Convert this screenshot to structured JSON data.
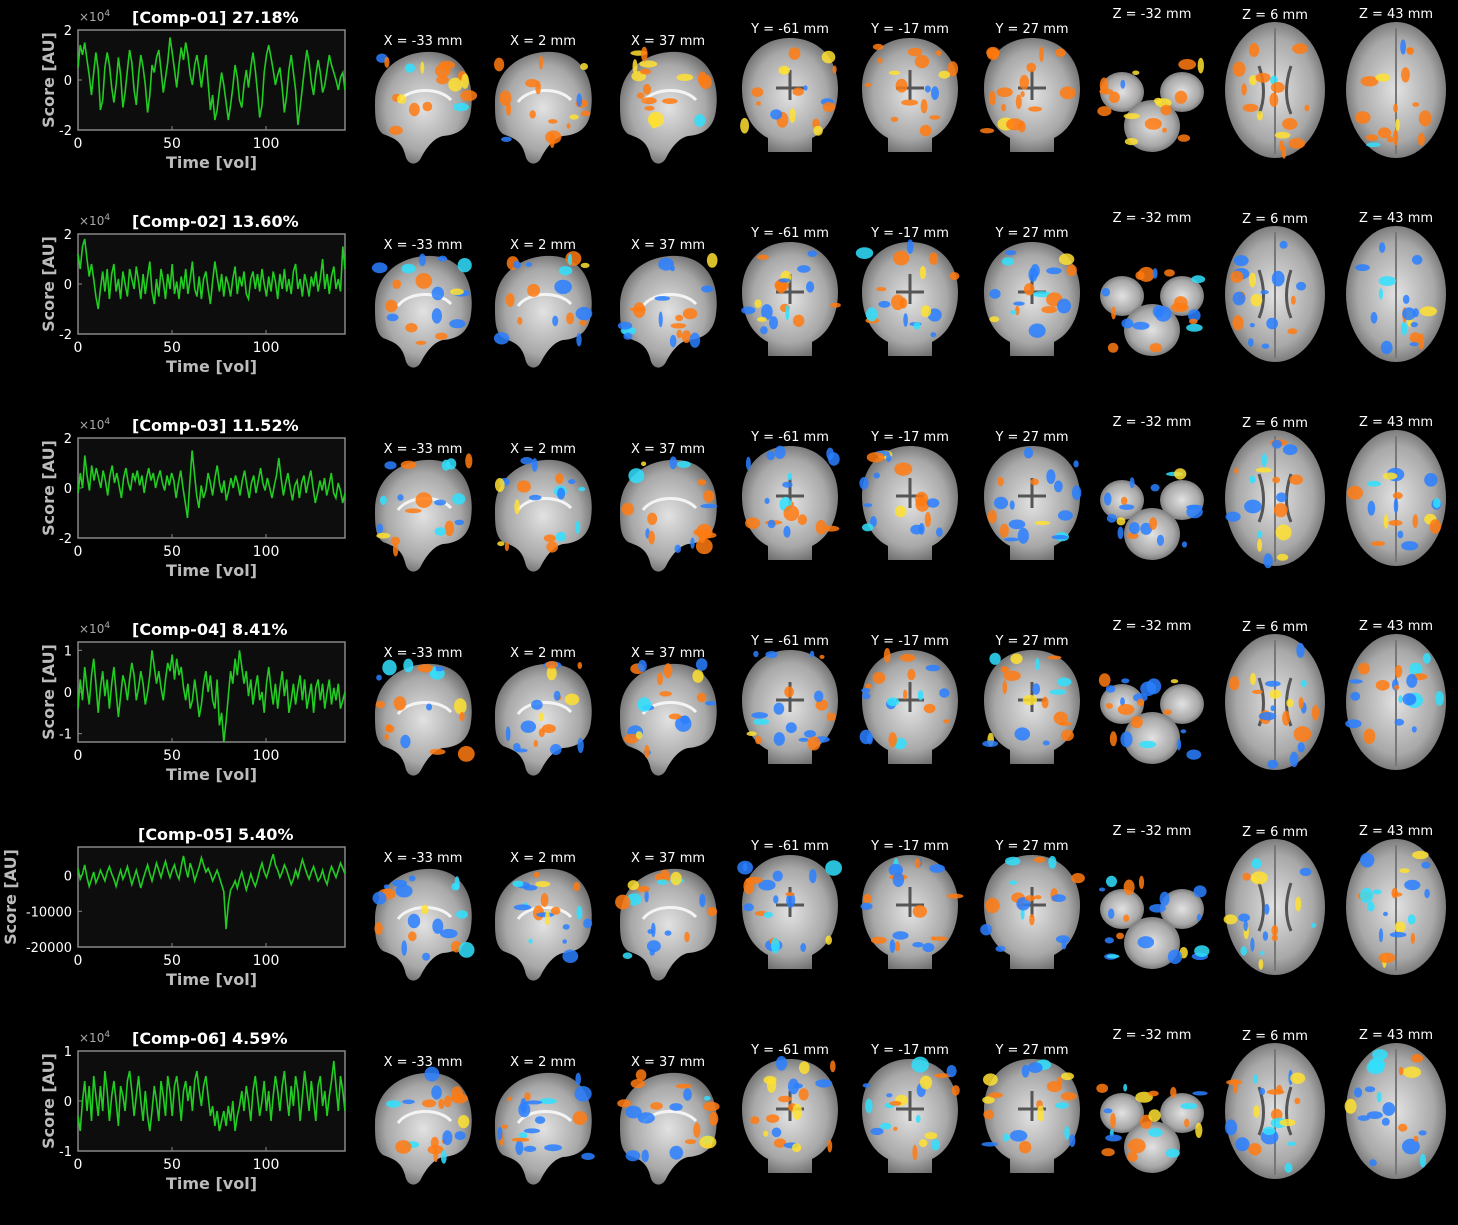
{
  "colors": {
    "background": "#000000",
    "trace": "#22cc22",
    "axes": "#888888",
    "plot_bg": "#0d0d0d",
    "positive": "#ff7a10",
    "positive_hi": "#ffe030",
    "negative": "#2a7fff",
    "negative_hi": "#30e0ff",
    "brain": "#b8b8b8"
  },
  "x_label": "Time [vol]",
  "y_label": "Score [AU]",
  "slice_labels": [
    "X = -33 mm",
    "X = 2 mm",
    "X = 37 mm",
    "Y = -61 mm",
    "Y = -17 mm",
    "Y = 27 mm",
    "Z = -32 mm",
    "Z = 6 mm",
    "Z = 43 mm"
  ],
  "components": [
    {
      "title": "[Comp-01] 27.18%",
      "exponent": "×10",
      "exponent_power": "4",
      "yticks": [
        "2",
        "0",
        "-2"
      ]
    },
    {
      "title": "[Comp-02] 13.60%",
      "exponent": "×10",
      "exponent_power": "4",
      "yticks": [
        "2",
        "0",
        "-2"
      ]
    },
    {
      "title": "[Comp-03] 11.52%",
      "exponent": "×10",
      "exponent_power": "4",
      "yticks": [
        "2",
        "0",
        "-2"
      ]
    },
    {
      "title": "[Comp-04] 8.41%",
      "exponent": "×10",
      "exponent_power": "4",
      "yticks": [
        "1",
        "0",
        "-1"
      ]
    },
    {
      "title": "[Comp-05] 5.40%",
      "exponent": "",
      "exponent_power": "",
      "yticks": [
        "0",
        "-10000",
        "-20000"
      ]
    },
    {
      "title": "[Comp-06] 4.59%",
      "exponent": "×10",
      "exponent_power": "4",
      "yticks": [
        "1",
        "0",
        "-1"
      ]
    }
  ],
  "chart_data": [
    {
      "type": "line",
      "title": "[Comp-01] 27.18%",
      "xlabel": "Time [vol]",
      "ylabel": "Score [AU]",
      "xlim": [
        0,
        142
      ],
      "ylim": [
        -2,
        2
      ],
      "y_multiplier": "×10^4",
      "xticks": [
        0,
        50,
        100
      ],
      "yticks": [
        -2,
        0,
        2
      ],
      "series": [
        {
          "values": [
            0.5,
            1.4,
            1.0,
            1.5,
            0.8,
            0.2,
            -0.6,
            0.3,
            1.1,
            0.4,
            -1.2,
            -0.8,
            0.5,
            1.1,
            0.6,
            -0.3,
            -0.9,
            -0.2,
            0.9,
            0.2,
            -1.1,
            -0.5,
            0.4,
            1.2,
            0.7,
            -0.4,
            -1.0,
            0.2,
            1.0,
            0.5,
            -0.2,
            -1.3,
            -0.6,
            0.6,
            0.3,
            0.9,
            1.2,
            0.4,
            -0.5,
            0.1,
            0.7,
            1.7,
            1.1,
            0.4,
            -0.3,
            0.6,
            1.3,
            0.8,
            1.5,
            1.0,
            0.2,
            -0.2,
            0.6,
            1.0,
            0.4,
            -0.3,
            0.4,
            1.0,
            -0.1,
            -1.2,
            -0.6,
            -1.6,
            -1.2,
            -0.4,
            0.3,
            -0.2,
            -0.9,
            -1.6,
            -1.0,
            -0.3,
            0.6,
            0.1,
            -0.8,
            -1.1,
            -0.2,
            0.4,
            -0.3,
            0.5,
            1.1,
            0.4,
            -0.5,
            -1.5,
            -1.0,
            0.3,
            1.0,
            1.4,
            0.9,
            0.4,
            -0.2,
            0.2,
            0.5,
            -0.3,
            -1.3,
            -0.6,
            0.4,
            1.0,
            0.3,
            -0.4,
            -1.8,
            -1.1,
            -0.3,
            0.5,
            1.2,
            0.7,
            -0.1,
            -0.6,
            0.2,
            0.8,
            0.3,
            -0.5,
            -0.2,
            0.4,
            1.0,
            0.6,
            0.3,
            0.0,
            -0.4,
            0.1,
            0.3,
            -0.4
          ]
        }
      ]
    },
    {
      "type": "line",
      "title": "[Comp-02] 13.60%",
      "xlabel": "Time [vol]",
      "ylabel": "Score [AU]",
      "xlim": [
        0,
        142
      ],
      "ylim": [
        -2,
        2
      ],
      "y_multiplier": "×10^4",
      "xticks": [
        0,
        50,
        100
      ],
      "yticks": [
        -2,
        0,
        2
      ],
      "series": [
        {
          "values": [
            1.2,
            0.6,
            1.5,
            1.8,
            1.0,
            0.3,
            0.8,
            0.2,
            -0.5,
            -1.0,
            -0.2,
            0.5,
            -0.3,
            0.6,
            -0.6,
            0.4,
            0.8,
            -0.3,
            0.2,
            -0.6,
            0.5,
            0.0,
            -0.5,
            0.6,
            0.2,
            -0.2,
            0.7,
            0.1,
            -0.6,
            0.4,
            -0.4,
            0.3,
            0.9,
            -0.3,
            -0.8,
            0.2,
            -0.5,
            0.6,
            0.1,
            -0.6,
            0.4,
            -0.2,
            0.8,
            -0.4,
            0.1,
            -0.6,
            0.3,
            -0.2,
            0.6,
            -0.4,
            0.2,
            0.9,
            -0.2,
            -0.5,
            0.3,
            -0.6,
            0.2,
            0.5,
            -0.2,
            -0.8,
            0.1,
            0.9,
            0.3,
            -0.3,
            0.4,
            -0.5,
            0.3,
            0.0,
            -0.5,
            0.2,
            0.7,
            -0.4,
            0.3,
            -0.1,
            0.5,
            -0.4,
            -0.6,
            0.2,
            0.5,
            -0.2,
            0.4,
            -0.3,
            0.6,
            0.0,
            -0.5,
            0.3,
            -0.3,
            0.5,
            0.1,
            -0.6,
            0.4,
            -0.2,
            0.6,
            -0.3,
            0.2,
            -0.4,
            0.5,
            0.8,
            -0.2,
            0.2,
            -0.5,
            0.4,
            0.0,
            -0.5,
            0.3,
            -0.1,
            0.5,
            -0.3,
            0.2,
            1.0,
            -0.2,
            0.4,
            -0.4,
            0.3,
            0.7,
            -0.2,
            0.2,
            -0.3,
            1.5,
            0.6
          ]
        }
      ]
    },
    {
      "type": "line",
      "title": "[Comp-03] 11.52%",
      "xlabel": "Time [vol]",
      "ylabel": "Score [AU]",
      "xlim": [
        0,
        142
      ],
      "ylim": [
        -2,
        2
      ],
      "y_multiplier": "×10^4",
      "xticks": [
        0,
        50,
        100
      ],
      "yticks": [
        -2,
        0,
        2
      ],
      "series": [
        {
          "values": [
            -0.2,
            0.6,
            0.0,
            1.3,
            0.5,
            -0.1,
            0.9,
            0.3,
            0.8,
            0.4,
            0.0,
            0.7,
            0.3,
            -0.3,
            0.5,
            0.9,
            0.2,
            0.6,
            0.1,
            -0.4,
            0.4,
            0.8,
            0.2,
            -0.1,
            0.6,
            0.3,
            0.7,
            0.1,
            0.5,
            -0.2,
            0.4,
            0.8,
            0.3,
            0.6,
            0.0,
            0.4,
            0.7,
            0.2,
            -0.1,
            0.5,
            0.1,
            0.6,
            0.3,
            -0.4,
            0.2,
            0.7,
            0.0,
            -0.6,
            -1.2,
            0.2,
            1.5,
            0.6,
            -0.3,
            -0.8,
            0.1,
            -0.4,
            -0.1,
            0.6,
            0.2,
            -0.3,
            0.4,
            0.9,
            0.2,
            -0.2,
            0.3,
            -0.5,
            -0.1,
            0.4,
            0.0,
            0.5,
            0.2,
            -0.3,
            0.3,
            0.7,
            0.1,
            -0.4,
            0.2,
            0.5,
            -0.2,
            0.3,
            0.8,
            0.2,
            -0.1,
            0.4,
            0.0,
            -0.4,
            0.1,
            0.5,
            1.2,
            0.4,
            -0.3,
            0.2,
            0.6,
            0.0,
            -0.5,
            0.1,
            0.3,
            -0.4,
            0.2,
            0.5,
            -0.2,
            0.3,
            0.7,
            0.0,
            -0.6,
            -0.2,
            0.3,
            -0.1,
            0.4,
            -0.3,
            0.1,
            0.6,
            -0.2,
            -0.4,
            0.2,
            -0.1,
            -0.6,
            -0.2
          ]
        }
      ]
    },
    {
      "type": "line",
      "title": "[Comp-04] 8.41%",
      "xlabel": "Time [vol]",
      "ylabel": "Score [AU]",
      "xlim": [
        0,
        142
      ],
      "ylim": [
        -1.2,
        1.2
      ],
      "y_multiplier": "×10^4",
      "xticks": [
        0,
        50,
        100
      ],
      "yticks": [
        -1,
        0,
        1
      ],
      "series": [
        {
          "values": [
            -0.4,
            0.3,
            -0.2,
            0.6,
            0.1,
            -0.3,
            0.4,
            0.8,
            0.2,
            -0.5,
            0.1,
            0.5,
            -0.1,
            0.3,
            -0.4,
            0.2,
            0.6,
            0.0,
            -0.6,
            -0.1,
            0.4,
            0.2,
            -0.2,
            0.3,
            0.7,
            0.4,
            -0.2,
            0.1,
            0.5,
            0.2,
            -0.3,
            0.0,
            0.4,
            1.0,
            0.6,
            0.2,
            0.5,
            0.1,
            -0.2,
            0.3,
            0.7,
            0.5,
            0.9,
            0.3,
            0.8,
            0.4,
            0.6,
            0.1,
            -0.2,
            0.2,
            -0.4,
            -0.2,
            0.3,
            -0.1,
            -0.6,
            -0.3,
            0.2,
            0.5,
            0.0,
            0.4,
            -0.2,
            -0.4,
            0.3,
            -0.8,
            -0.5,
            -1.3,
            -0.7,
            -0.1,
            0.5,
            0.2,
            0.8,
            0.4,
            1.0,
            0.6,
            0.2,
            0.5,
            -0.1,
            0.3,
            -0.3,
            0.1,
            0.4,
            -0.2,
            0.0,
            -0.5,
            0.2,
            0.6,
            0.1,
            -0.3,
            0.2,
            -0.4,
            0.1,
            0.5,
            -0.1,
            0.3,
            -0.5,
            -0.2,
            0.2,
            -0.3,
            0.1,
            0.4,
            -0.2,
            0.3,
            -0.4,
            -0.1,
            0.2,
            -0.5,
            0.1,
            0.3,
            -0.2,
            0.2,
            -0.4,
            0.0,
            0.3,
            -0.3,
            0.1,
            -0.2,
            0.2,
            -0.4,
            -0.2,
            0.0
          ]
        }
      ]
    },
    {
      "type": "line",
      "title": "[Comp-05] 5.40%",
      "xlabel": "Time [vol]",
      "ylabel": "Score [AU]",
      "xlim": [
        0,
        142
      ],
      "ylim": [
        -20000,
        8000
      ],
      "xticks": [
        0,
        50,
        100
      ],
      "yticks": [
        -20000,
        -10000,
        0
      ],
      "series": [
        {
          "values": [
            2000,
            -1000,
            500,
            3000,
            -500,
            -3000,
            -1000,
            1000,
            -2000,
            -500,
            1500,
            0,
            -1500,
            1000,
            2500,
            500,
            -1000,
            -3000,
            -500,
            1500,
            -1000,
            500,
            2500,
            0,
            -2500,
            -500,
            1500,
            -1000,
            -3500,
            -1000,
            1000,
            3000,
            500,
            -1500,
            1000,
            3500,
            1500,
            -500,
            2000,
            4000,
            1500,
            -500,
            1500,
            3000,
            500,
            -1000,
            2500,
            5500,
            2000,
            -500,
            3500,
            1500,
            -1500,
            500,
            2500,
            5000,
            3000,
            1000,
            2000,
            500,
            -1500,
            0,
            1500,
            -500,
            -2500,
            -4500,
            -15000,
            -8000,
            -4000,
            -3000,
            -1500,
            -3500,
            -1000,
            1000,
            -1500,
            -4000,
            -2000,
            500,
            -1500,
            -3000,
            -1000,
            1500,
            3500,
            1000,
            -500,
            1500,
            4000,
            6000,
            3000,
            1500,
            -500,
            1000,
            3000,
            1500,
            -500,
            -2500,
            -1000,
            1500,
            -500,
            2000,
            4500,
            2500,
            500,
            -1000,
            1000,
            2500,
            500,
            -1500,
            -500,
            1500,
            -1000,
            -2500,
            500,
            2500,
            1000,
            -500,
            1500,
            3500,
            2000,
            500
          ]
        }
      ]
    },
    {
      "type": "line",
      "title": "[Comp-06] 4.59%",
      "xlabel": "Time [vol]",
      "ylabel": "Score [AU]",
      "xlim": [
        0,
        142
      ],
      "ylim": [
        -1,
        1
      ],
      "y_multiplier": "×10^4",
      "xticks": [
        0,
        50,
        100
      ],
      "yticks": [
        -1,
        0,
        1
      ],
      "series": [
        {
          "values": [
            -0.3,
            -0.6,
            0.0,
            0.4,
            -0.2,
            0.3,
            -0.4,
            0.5,
            0.1,
            -0.3,
            0.3,
            -0.2,
            0.6,
            0.2,
            -0.4,
            0.1,
            0.4,
            0.0,
            -0.5,
            0.3,
            0.1,
            -0.2,
            0.4,
            0.6,
            0.2,
            -0.3,
            0.1,
            0.5,
            0.0,
            -0.4,
            0.2,
            -0.3,
            -0.6,
            -0.2,
            0.3,
            0.0,
            -0.4,
            0.4,
            0.1,
            -0.3,
            0.5,
            0.2,
            -0.3,
            0.3,
            0.5,
            0.1,
            -0.4,
            0.2,
            0.4,
            0.0,
            0.3,
            -0.2,
            0.4,
            0.6,
            0.2,
            -0.1,
            0.3,
            0.5,
            0.1,
            -0.3,
            -0.1,
            -0.5,
            -0.2,
            -0.6,
            -0.4,
            -0.2,
            -0.5,
            -0.1,
            -0.4,
            0.0,
            -0.6,
            -0.3,
            -0.1,
            0.2,
            -0.2,
            0.3,
            0.0,
            -0.4,
            0.2,
            0.5,
            0.1,
            -0.3,
            0.0,
            0.4,
            -0.2,
            0.2,
            -0.4,
            0.1,
            0.5,
            0.2,
            -0.2,
            0.3,
            0.6,
            0.1,
            -0.3,
            0.3,
            -0.1,
            0.5,
            0.2,
            -0.4,
            0.1,
            0.6,
            0.2,
            -0.2,
            0.4,
            0.0,
            -0.4,
            0.3,
            0.5,
            -0.1,
            0.2,
            -0.3,
            0.1,
            0.4,
            0.8,
            0.3,
            -0.2,
            0.5,
            0.2,
            -0.2
          ]
        }
      ]
    }
  ]
}
